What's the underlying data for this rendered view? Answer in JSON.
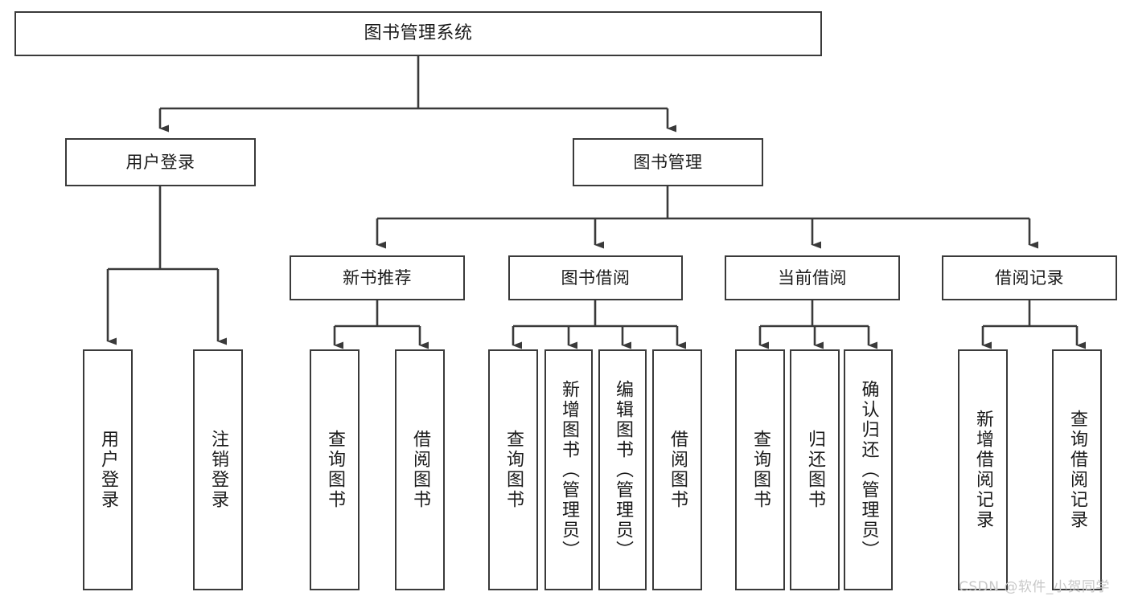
{
  "diagram": {
    "title": "图书管理系统",
    "type": "hierarchy-tree",
    "watermark": "CSDN @软件_小贺同学",
    "colors": {
      "box_border": "#3a3a3a",
      "box_fill": "#ffffff",
      "connector": "#3a3a3a",
      "text": "#1a1a1a",
      "watermark": "#c8c8c8"
    },
    "nodes": {
      "root": {
        "label": "图书管理系统"
      },
      "tier2": [
        {
          "label": "用户登录"
        },
        {
          "label": "图书管理"
        }
      ],
      "tier3": [
        {
          "label": "新书推荐"
        },
        {
          "label": "图书借阅"
        },
        {
          "label": "当前借阅"
        },
        {
          "label": "借阅记录"
        }
      ],
      "leaves": {
        "user_login": [
          {
            "label": "用户登录"
          },
          {
            "label": "注销登录"
          }
        ],
        "new_book": [
          {
            "label": "查询图书"
          },
          {
            "label": "借阅图书"
          }
        ],
        "book_borrow": [
          {
            "label": "查询图书"
          },
          {
            "label": "新增图书（管理员）"
          },
          {
            "label": "编辑图书（管理员）"
          },
          {
            "label": "借阅图书"
          }
        ],
        "current_borrow": [
          {
            "label": "查询图书"
          },
          {
            "label": "归还图书"
          },
          {
            "label": "确认归还（管理员）"
          }
        ],
        "borrow_record": [
          {
            "label": "新增借阅记录"
          },
          {
            "label": "查询借阅记录"
          }
        ]
      }
    }
  }
}
